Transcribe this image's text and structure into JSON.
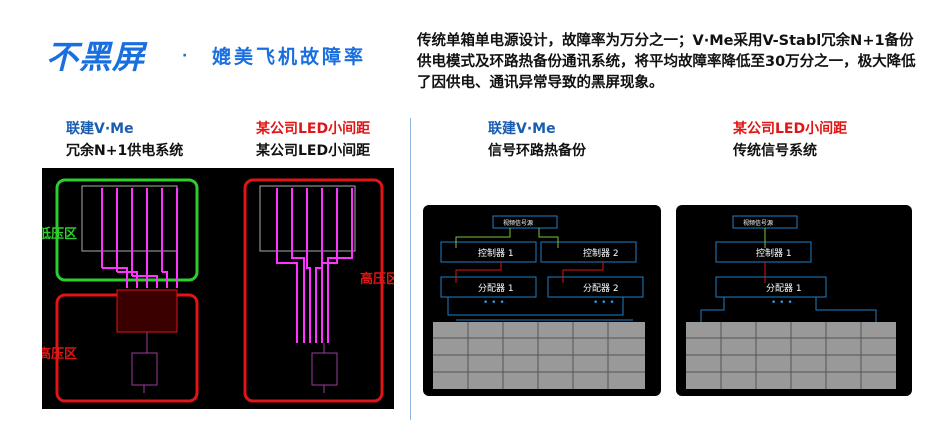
{
  "header": {
    "logo": "不黑屏",
    "separator": "·",
    "slogan": "媲美飞机故障率",
    "description": "传统单箱单电源设计，故障率为万分之一；V·Me采用V-Stabl冗余N+1备份供电模式及环路热备份通讯系统，将平均故障率降低至30万分之一，极大降低了因供电、通讯异常导致的黑屏现象。"
  },
  "columns": [
    {
      "brand": "联建V·Me",
      "subtitle": "冗余N+1供电系统"
    },
    {
      "brand": "某公司LED小间距",
      "subtitle": "某公司LED小间距"
    },
    {
      "brand": "联建V·Me",
      "subtitle": "信号环路热备份"
    },
    {
      "brand": "某公司LED小间距",
      "subtitle": "传统信号系统"
    }
  ],
  "power_diagram": {
    "low_zone": "低压区",
    "high_zone": "高压区",
    "high_zone_right": "高压区"
  },
  "signal_diagram": {
    "source": "视频信号源",
    "controller1": "控制器 1",
    "controller2": "控制器 2",
    "distributor1": "分配器 1",
    "distributor2": "分配器 2",
    "dots": "• • •"
  },
  "colors": {
    "accent": "#1a6fe0",
    "red": "#e01515",
    "green": "#2ecc2e",
    "magenta": "#ff33ff"
  }
}
